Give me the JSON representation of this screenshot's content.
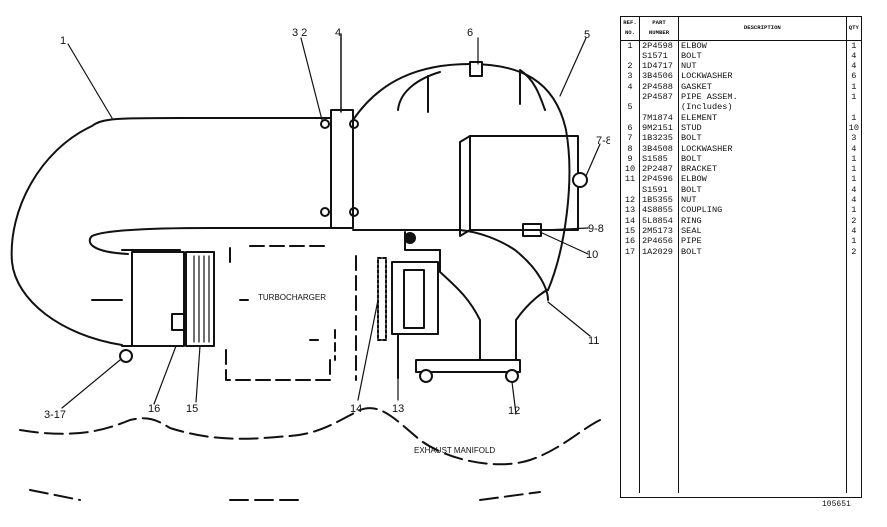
{
  "diagram": {
    "labels": {
      "turbocharger": "TURBOCHARGER",
      "exhaust_manifold": "EXHAUST MANIFOLD"
    },
    "callouts": [
      "1",
      "3 2",
      "4",
      "6",
      "5",
      "7-8",
      "9-8",
      "10",
      "11",
      "12",
      "13",
      "14",
      "15",
      "16",
      "3-17"
    ]
  },
  "table": {
    "headers": {
      "ref": "REF. NO.",
      "part": "PART NUMBER",
      "desc": "DESCRIPTION",
      "qty": "QTY"
    },
    "rows": [
      {
        "ref": "1",
        "part": "2P4598",
        "desc": "ELBOW",
        "qty": "1"
      },
      {
        "ref": "",
        "part": "S1571",
        "desc": "BOLT",
        "qty": "4"
      },
      {
        "ref": "2",
        "part": "1D4717",
        "desc": "NUT",
        "qty": "4"
      },
      {
        "ref": "3",
        "part": "3B4506",
        "desc": "LOCKWASHER",
        "qty": "6"
      },
      {
        "ref": "4",
        "part": "2P4588",
        "desc": "GASKET",
        "qty": "1"
      },
      {
        "ref": "",
        "part": "2P4587",
        "desc": "PIPE ASSEM.",
        "qty": "1"
      },
      {
        "ref": "5",
        "part": "",
        "desc": "(Includes)",
        "qty": ""
      },
      {
        "ref": "",
        "part": "7M1874",
        "desc": "ELEMENT",
        "qty": "1"
      },
      {
        "ref": "6",
        "part": "9M2151",
        "desc": "STUD",
        "qty": "10"
      },
      {
        "ref": "7",
        "part": "1B3235",
        "desc": "BOLT",
        "qty": "3"
      },
      {
        "ref": "8",
        "part": "3B4508",
        "desc": "LOCKWASHER",
        "qty": "4"
      },
      {
        "ref": "9",
        "part": "S1585",
        "desc": "BOLT",
        "qty": "1"
      },
      {
        "ref": "10",
        "part": "2P2487",
        "desc": "BRACKET",
        "qty": "1"
      },
      {
        "ref": "11",
        "part": "2P4596",
        "desc": "ELBOW",
        "qty": "1"
      },
      {
        "ref": "",
        "part": "S1591",
        "desc": "BOLT",
        "qty": "4"
      },
      {
        "ref": "12",
        "part": "1B5355",
        "desc": "NUT",
        "qty": "4"
      },
      {
        "ref": "13",
        "part": "4S8855",
        "desc": "COUPLING",
        "qty": "1"
      },
      {
        "ref": "14",
        "part": "5L8854",
        "desc": "RING",
        "qty": "2"
      },
      {
        "ref": "15",
        "part": "2M5173",
        "desc": "SEAL",
        "qty": "4"
      },
      {
        "ref": "16",
        "part": "2P4656",
        "desc": "PIPE",
        "qty": "1"
      },
      {
        "ref": "17",
        "part": "1A2029",
        "desc": "BOLT",
        "qty": "2"
      }
    ]
  },
  "drawing_number": "105651"
}
